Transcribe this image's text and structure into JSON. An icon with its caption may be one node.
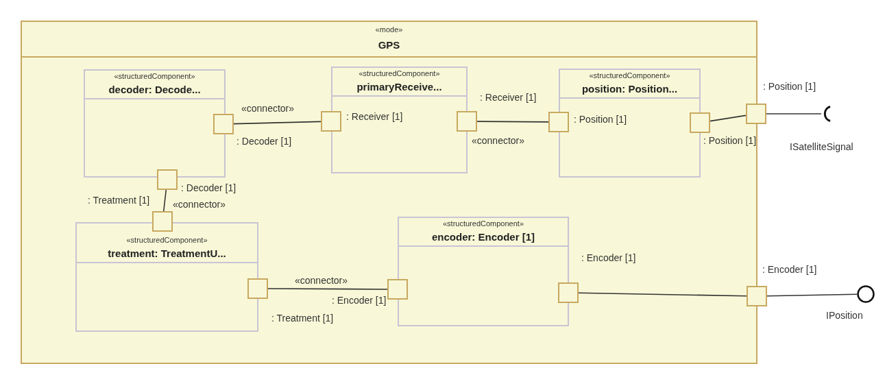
{
  "diagram": {
    "nodes": [
      {
        "text": [
          "«mode»",
          "GPS"
        ]
      },
      {
        "text": [
          "«structuredComponent»",
          "decoder: Decode..."
        ],
        "in": 0
      },
      {
        "text": [
          "«structuredComponent»",
          "primaryReceive..."
        ],
        "in": 0
      },
      {
        "text": [
          "«structuredComponent»",
          "position: Position..."
        ],
        "in": 0
      },
      {
        "text": [
          "«structuredComponent»",
          "treatment: TreatmentU..."
        ],
        "in": 0
      },
      {
        "text": [
          "«structuredComponent»",
          "encoder: Encoder [1]"
        ],
        "in": 0
      },
      {
        "text": [],
        "shape": "box",
        "beside": [
          ": Decoder [1]"
        ],
        "in": 0
      },
      {
        "text": [],
        "shape": "box",
        "beside": [
          ": Decoder [1]"
        ],
        "in": 0
      },
      {
        "text": [],
        "shape": "box",
        "beside": [
          ": Receiver [1]"
        ],
        "in": 0
      },
      {
        "text": [],
        "shape": "box",
        "beside": [
          ": Receiver [1]"
        ],
        "in": 0
      },
      {
        "text": [],
        "shape": "box",
        "beside": [
          ": Position [1]"
        ],
        "in": 0
      },
      {
        "text": [],
        "shape": "box",
        "beside": [
          ": Position [1]"
        ],
        "in": 0
      },
      {
        "text": [],
        "shape": "box",
        "beside": [
          ": Position [1]"
        ]
      },
      {
        "text": [],
        "shape": "arc",
        "beside": [
          "ISatelliteSignal"
        ]
      },
      {
        "text": [],
        "shape": "box",
        "beside": [
          ": Treatment [1]"
        ],
        "in": 0
      },
      {
        "text": [],
        "shape": "box",
        "beside": [
          ": Treatment [1]"
        ],
        "in": 0
      },
      {
        "text": [],
        "shape": "box",
        "beside": [
          ": Encoder [1]"
        ],
        "in": 0
      },
      {
        "text": [],
        "shape": "box",
        "beside": [
          ": Encoder [1]"
        ],
        "in": 0
      },
      {
        "text": [],
        "shape": "box",
        "beside": [
          ": Encoder [1]"
        ]
      },
      {
        "text": [],
        "shape": "circle",
        "beside": [
          "IPosition"
        ]
      }
    ],
    "edges": [
      {
        "from": 6,
        "to": 8,
        "arrow": "none",
        "label": "«connector»"
      },
      {
        "from": 9,
        "to": 10,
        "arrow": "none",
        "label": "«connector»"
      },
      {
        "from": 11,
        "to": 12,
        "arrow": "none"
      },
      {
        "from": 12,
        "to": 13,
        "arrow": "none"
      },
      {
        "from": 7,
        "to": 14,
        "arrow": "none",
        "label": "«connector»"
      },
      {
        "from": 15,
        "to": 16,
        "arrow": "none",
        "label": "«connector»"
      },
      {
        "from": 17,
        "to": 18,
        "arrow": "none"
      },
      {
        "from": 18,
        "to": 19,
        "arrow": "none"
      }
    ]
  }
}
